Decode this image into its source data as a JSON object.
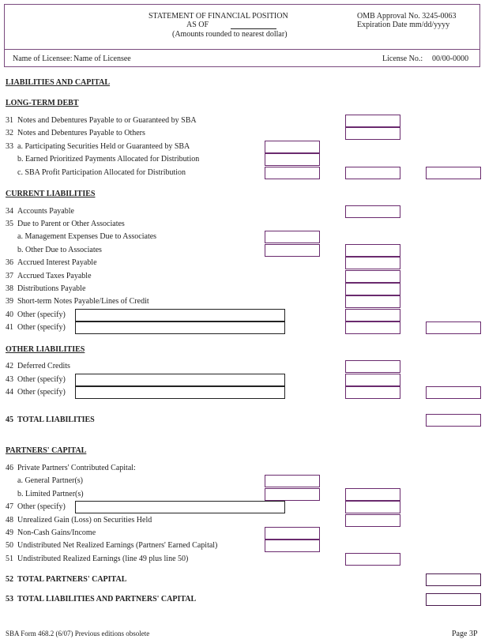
{
  "header": {
    "title": "STATEMENT OF FINANCIAL POSITION",
    "as_of_label": "AS OF",
    "subtitle": "(Amounts rounded to nearest dollar)",
    "omb": "OMB Approval No. 3245-0063",
    "expiration": "Expiration Date  mm/dd/yyyy",
    "licensee_label": "Name of Licensee:",
    "licensee_value": "Name of Licensee",
    "license_no_label": "License No.:",
    "license_no_value": "00/00-0000"
  },
  "border_color": "#6a2a6e",
  "items": [
    {
      "type": "section",
      "label": "LIABILITIES AND CAPITAL"
    },
    {
      "type": "section",
      "label": "LONG-TERM DEBT"
    },
    {
      "type": "row",
      "num": "31",
      "label": "Notes and Debentures Payable to or Guaranteed by SBA",
      "boxes": [
        "B"
      ]
    },
    {
      "type": "row",
      "num": "32",
      "label": "Notes and Debentures Payable to Others",
      "boxes": [
        "B"
      ]
    },
    {
      "type": "row",
      "num": "33",
      "label": "a. Participating Securities Held or Guaranteed by SBA",
      "boxes": [
        "A"
      ]
    },
    {
      "type": "row",
      "num": "",
      "label": "b. Earned Prioritized Payments Allocated for Distribution",
      "boxes": [
        "A"
      ]
    },
    {
      "type": "row",
      "num": "",
      "label": "c. SBA Profit Participation Allocated for Distribution",
      "boxes": [
        "A",
        "B",
        "C"
      ]
    },
    {
      "type": "section",
      "label": "CURRENT LIABILITIES"
    },
    {
      "type": "row",
      "num": "34",
      "label": "Accounts Payable",
      "boxes": [
        "B"
      ]
    },
    {
      "type": "row",
      "num": "35",
      "label": "Due to Parent or Other Associates",
      "boxes": []
    },
    {
      "type": "row",
      "num": "",
      "label": "a.  Management Expenses Due to Associates",
      "boxes": [
        "A"
      ]
    },
    {
      "type": "row",
      "num": "",
      "label": "b. Other Due to Associates",
      "boxes": [
        "A",
        "B"
      ]
    },
    {
      "type": "row",
      "num": "36",
      "label": "Accrued Interest Payable",
      "boxes": [
        "B"
      ]
    },
    {
      "type": "row",
      "num": "37",
      "label": "Accrued Taxes Payable",
      "boxes": [
        "B"
      ]
    },
    {
      "type": "row",
      "num": "38",
      "label": "Distributions Payable",
      "boxes": [
        "B"
      ]
    },
    {
      "type": "row",
      "num": "39",
      "label": "Short-term Notes Payable/Lines of Credit",
      "boxes": [
        "B"
      ]
    },
    {
      "type": "row",
      "num": "40",
      "label": "Other (specify)",
      "specify": true,
      "boxes": [
        "B"
      ]
    },
    {
      "type": "row",
      "num": "41",
      "label": "Other (specify)",
      "specify": true,
      "boxes": [
        "B",
        "C"
      ]
    },
    {
      "type": "section",
      "label": "OTHER LIABILITIES"
    },
    {
      "type": "row",
      "num": "42",
      "label": "Deferred Credits",
      "boxes": [
        "B"
      ]
    },
    {
      "type": "row",
      "num": "43",
      "label": "Other (specify)",
      "specify": true,
      "boxes": [
        "B"
      ]
    },
    {
      "type": "row",
      "num": "44",
      "label": "Other (specify)",
      "specify": true,
      "boxes": [
        "B",
        "C"
      ]
    },
    {
      "type": "row",
      "num": "45",
      "label": "TOTAL LIABILITIES",
      "bold": true,
      "boxes": [
        "C"
      ]
    },
    {
      "type": "section",
      "label": "PARTNERS' CAPITAL"
    },
    {
      "type": "row",
      "num": "46",
      "label": "Private Partners' Contributed Capital:",
      "boxes": []
    },
    {
      "type": "row",
      "num": "",
      "label": "a.  General Partner(s)",
      "boxes": [
        "A"
      ]
    },
    {
      "type": "row",
      "num": "",
      "label": "b.  Limited Partner(s)",
      "boxes": [
        "A",
        "B"
      ]
    },
    {
      "type": "row",
      "num": "47",
      "label": "Other (specify)",
      "specify": true,
      "boxes": [
        "B"
      ]
    },
    {
      "type": "row",
      "num": "48",
      "label": "Unrealized Gain (Loss) on Securities Held",
      "boxes": [
        "B"
      ]
    },
    {
      "type": "row",
      "num": "49",
      "label": "Non-Cash Gains/Income",
      "boxes": [
        "A"
      ]
    },
    {
      "type": "row",
      "num": "50",
      "label": "Undistributed Net Realized Earnings (Partners' Earned Capital)",
      "boxes": [
        "A"
      ]
    },
    {
      "type": "row",
      "num": "51",
      "label": "Undistributed Realized Earnings (line 49 plus line 50)",
      "boxes": [
        "B"
      ]
    },
    {
      "type": "row",
      "num": "52",
      "label": "TOTAL PARTNERS' CAPITAL",
      "bold": true,
      "boxes": [
        "C"
      ]
    },
    {
      "type": "row",
      "num": "53",
      "label": "TOTAL LIABILITIES AND  PARTNERS' CAPITAL",
      "bold": true,
      "boxes": [
        "C"
      ]
    }
  ],
  "footer": {
    "form": "SBA Form 468.2 (6/07) Previous editions obsolete",
    "page": "Page 3P"
  }
}
